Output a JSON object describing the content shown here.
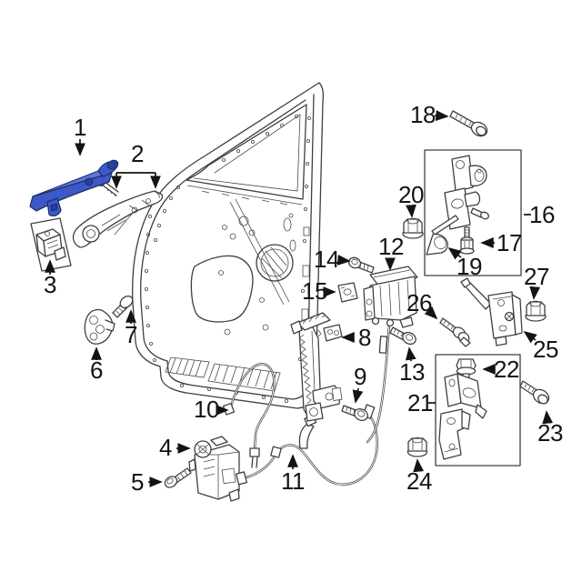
{
  "diagram": {
    "kind": "exploded-parts-diagram",
    "background": "#ffffff",
    "line_color": "#3f3f3f",
    "label_color": "#141414",
    "highlight_color": "#3c5ac7"
  },
  "parts": [
    {
      "number": "1",
      "highlighted": true
    },
    {
      "number": "2"
    },
    {
      "number": "3"
    },
    {
      "number": "4"
    },
    {
      "number": "5"
    },
    {
      "number": "6"
    },
    {
      "number": "7"
    },
    {
      "number": "8"
    },
    {
      "number": "9"
    },
    {
      "number": "10"
    },
    {
      "number": "11"
    },
    {
      "number": "12"
    },
    {
      "number": "13"
    },
    {
      "number": "14"
    },
    {
      "number": "15"
    },
    {
      "number": "16"
    },
    {
      "number": "17"
    },
    {
      "number": "18"
    },
    {
      "number": "19"
    },
    {
      "number": "20"
    },
    {
      "number": "21"
    },
    {
      "number": "22"
    },
    {
      "number": "23"
    },
    {
      "number": "24"
    },
    {
      "number": "25"
    },
    {
      "number": "26"
    },
    {
      "number": "27"
    }
  ]
}
